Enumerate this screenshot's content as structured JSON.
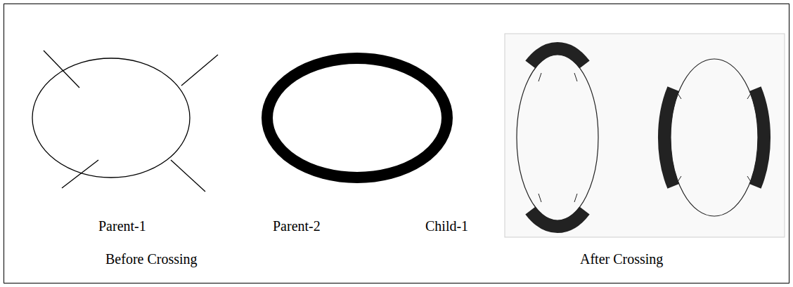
{
  "diagram": {
    "labels": [
      "Parent-1",
      "Parent-2",
      "Child-1",
      "Before Crossing",
      "After Crossing"
    ]
  }
}
